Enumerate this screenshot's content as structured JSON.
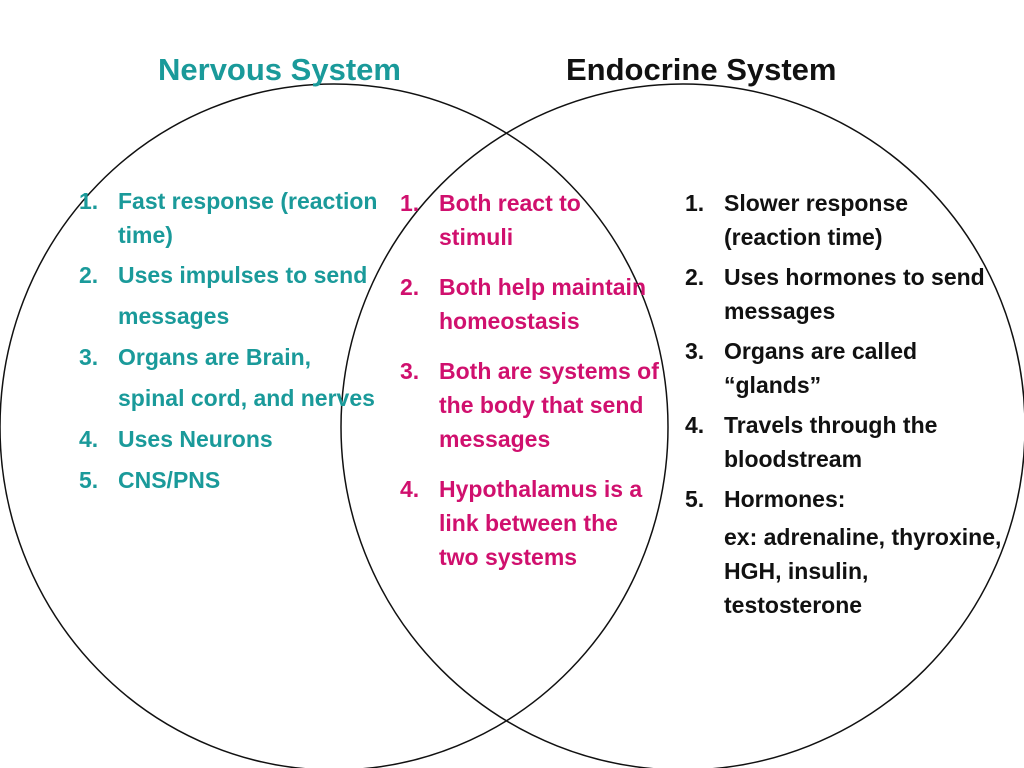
{
  "titles": {
    "left": "Nervous System",
    "right": "Endocrine System"
  },
  "colors": {
    "left_text": "#1a9a9a",
    "middle_text": "#d0106e",
    "right_text": "#111111",
    "circle_stroke": "#111111"
  },
  "nervous": [
    {
      "num": "1.",
      "text": "Fast response (reaction time)"
    },
    {
      "num": "2.",
      "text": "Uses impulses to send messages"
    },
    {
      "num": "3.",
      "text": "Organs are Brain, spinal cord, and nerves"
    },
    {
      "num": "4.",
      "text": "Uses Neurons"
    },
    {
      "num": "5.",
      "text": "CNS/PNS"
    }
  ],
  "both": [
    {
      "num": "1.",
      "text": "Both react to stimuli"
    },
    {
      "num": "2.",
      "text": "Both help maintain homeostasis"
    },
    {
      "num": "3.",
      "text": "Both are systems of the body that send messages"
    },
    {
      "num": "4.",
      "text": "Hypothalamus is a link between the two systems"
    }
  ],
  "endocrine": [
    {
      "num": "1.",
      "text": "Slower response (reaction time)"
    },
    {
      "num": "2.",
      "text": "Uses hormones to send messages"
    },
    {
      "num": "3.",
      "text": "Organs are called “glands”"
    },
    {
      "num": "4.",
      "text": "Travels through the bloodstream"
    },
    {
      "num": "5.",
      "text": "Hormones:"
    }
  ],
  "hormone_examples": "ex:  adrenaline, thyroxine, HGH, insulin, testosterone"
}
